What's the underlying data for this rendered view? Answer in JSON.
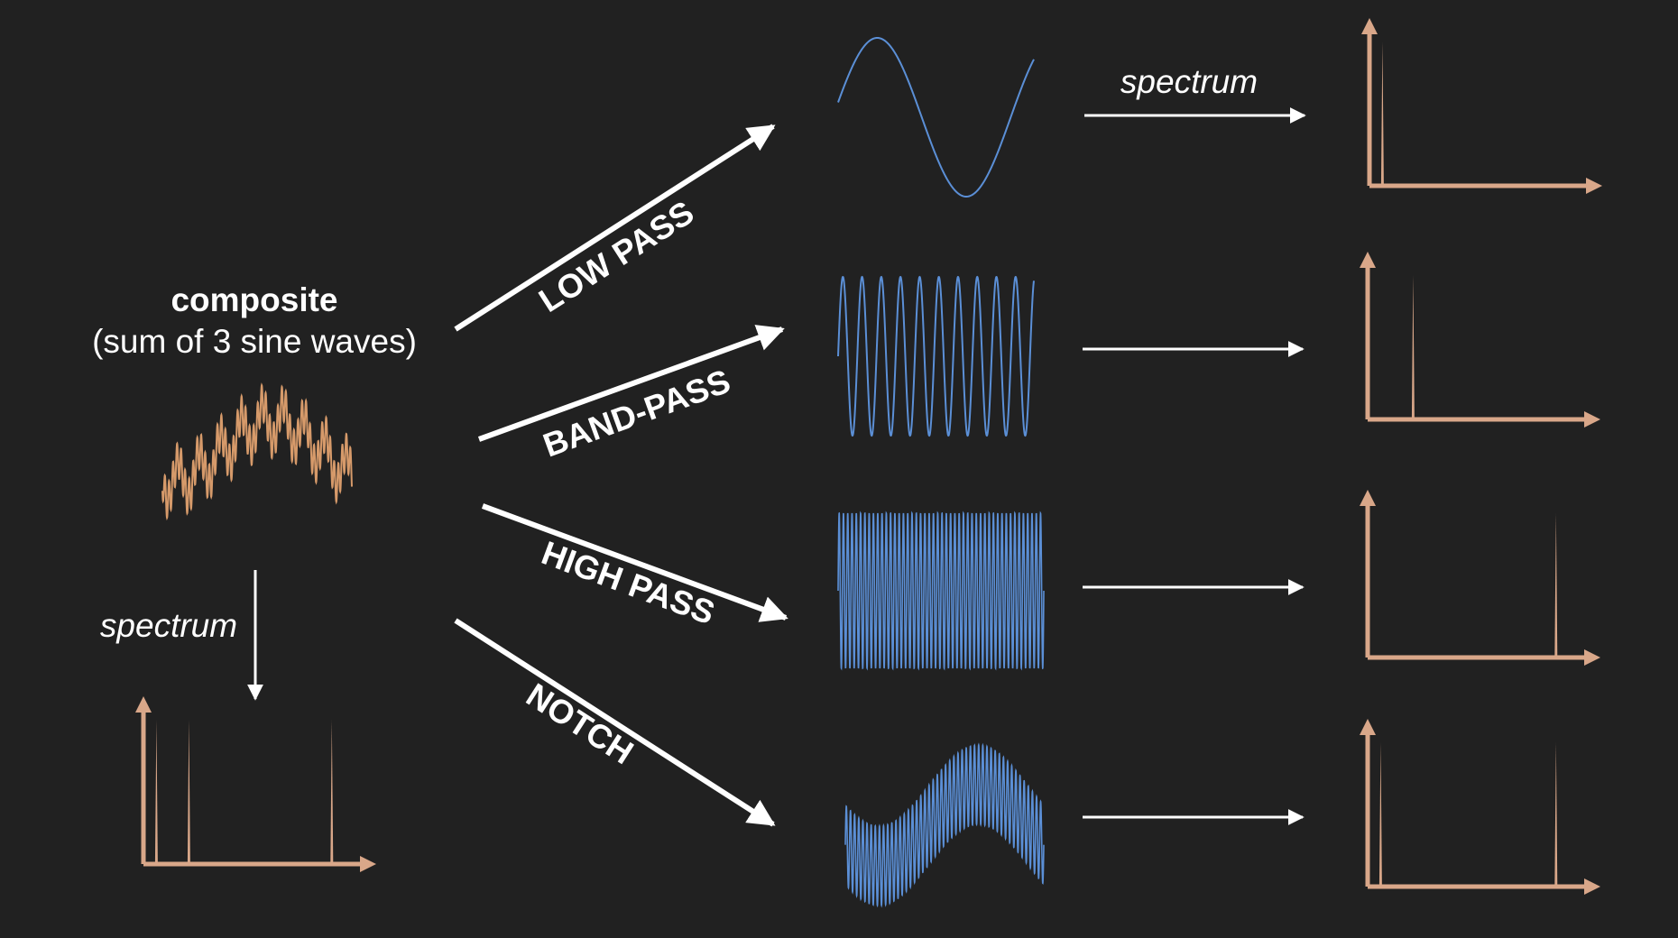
{
  "composite": {
    "title": "composite",
    "subtitle": "(sum of 3 sine waves)",
    "spectrum_label": "spectrum"
  },
  "filters": [
    {
      "label": "LOW PASS"
    },
    {
      "label": "BAND-PASS"
    },
    {
      "label": "HIGH PASS"
    },
    {
      "label": "NOTCH"
    }
  ],
  "spectrum_label_top": "spectrum",
  "colors": {
    "background": "#212121",
    "composite_wave": "#d69a6a",
    "filtered_wave": "#5b8fd6",
    "spectrum_axes": "#d9a789",
    "arrows": "#ffffff"
  }
}
